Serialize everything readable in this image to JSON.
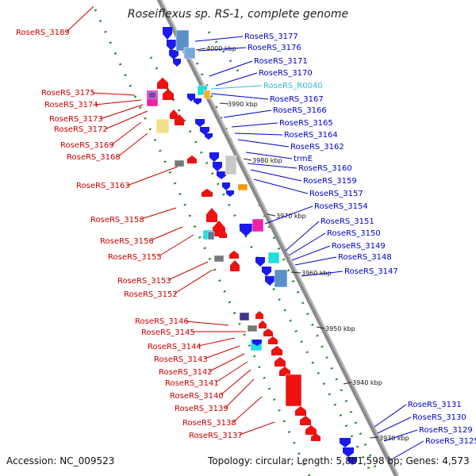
{
  "title": "Roseiflexus sp. RS-1, complete genome",
  "footer": {
    "accession": "Accession: NC_009523",
    "topology": "Topology: circular; Length: 5,801,598 bp; Genes: 4,573"
  },
  "colors": {
    "backbone": "#8a8a8a",
    "reverse_label": "#cc0000",
    "forward_label": "#0000cc",
    "rna_label": "#33bbdd",
    "tick": "#2a8a2a"
  },
  "kbp_markers": [
    "4000 kbp",
    "3990 kbp",
    "3980 kbp",
    "3970 kbp",
    "3960 kbp",
    "3950 kbp",
    "3940 kbp",
    "3930 kbp"
  ],
  "labels_reverse": [
    "RoseRS_3189",
    "RoseRS_3175",
    "RoseRS_3174",
    "RoseRS_3173",
    "RoseRS_3172",
    "RoseRS_3169",
    "RoseRS_3168",
    "RoseRS_3163",
    "RoseRS_3158",
    "RoseRS_3156",
    "RoseRS_3155",
    "RoseRS_3153",
    "RoseRS_3152",
    "RoseRS_3146",
    "RoseRS_3145",
    "RoseRS_3144",
    "RoseRS_3143",
    "RoseRS_3142",
    "RoseRS_3141",
    "RoseRS_3140",
    "RoseRS_3139",
    "RoseRS_3138",
    "RoseRS_3137"
  ],
  "labels_forward": [
    "RoseRS_3177",
    "RoseRS_3176",
    "RoseRS_3171",
    "RoseRS_3170",
    "RoseRS_R0040",
    "RoseRS_3167",
    "RoseRS_3166",
    "RoseRS_3165",
    "RoseRS_3164",
    "RoseRS_3162",
    "trmE",
    "RoseRS_3160",
    "RoseRS_3159",
    "RoseRS_3157",
    "RoseRS_3154",
    "RoseRS_3151",
    "RoseRS_3150",
    "RoseRS_3149",
    "RoseRS_3148",
    "RoseRS_3147",
    "RoseRS_3131",
    "RoseRS_3130",
    "RoseRS_3129",
    "RoseRS_3125"
  ]
}
